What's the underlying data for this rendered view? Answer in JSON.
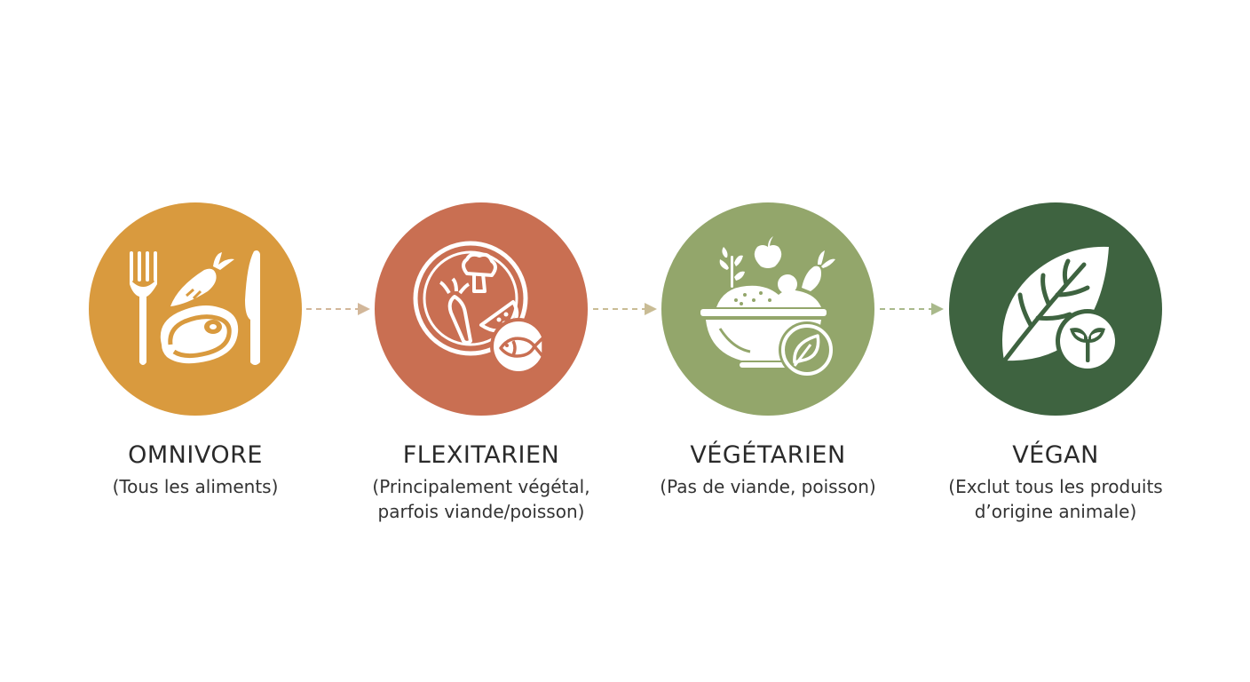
{
  "colors": {
    "omnivore": "#D99A3E",
    "flexitarien": "#C96F52",
    "vegetarien": "#93A66B",
    "vegan": "#3E6340",
    "arrow": "#D2B79A",
    "arrow_green": "#A9B98B",
    "icon": "#FFFFFF"
  },
  "diets": [
    {
      "title": "OMNIVORE",
      "description": "(Tous les aliments)",
      "icon": "fork-knife-carrot-steak-icon"
    },
    {
      "title": "FLEXITARIEN",
      "description": "(Principalement végétal,\nparfois viande/poisson)",
      "icon": "plate-vegetables-fish-icon"
    },
    {
      "title": "VÉGÉTARIEN",
      "description": "(Pas de viande, poisson)",
      "icon": "salad-bowl-leaf-icon"
    },
    {
      "title": "VÉGAN",
      "description": "(Exclut tous les produits\nd’origine animale)",
      "icon": "leaf-sprout-icon"
    }
  ]
}
